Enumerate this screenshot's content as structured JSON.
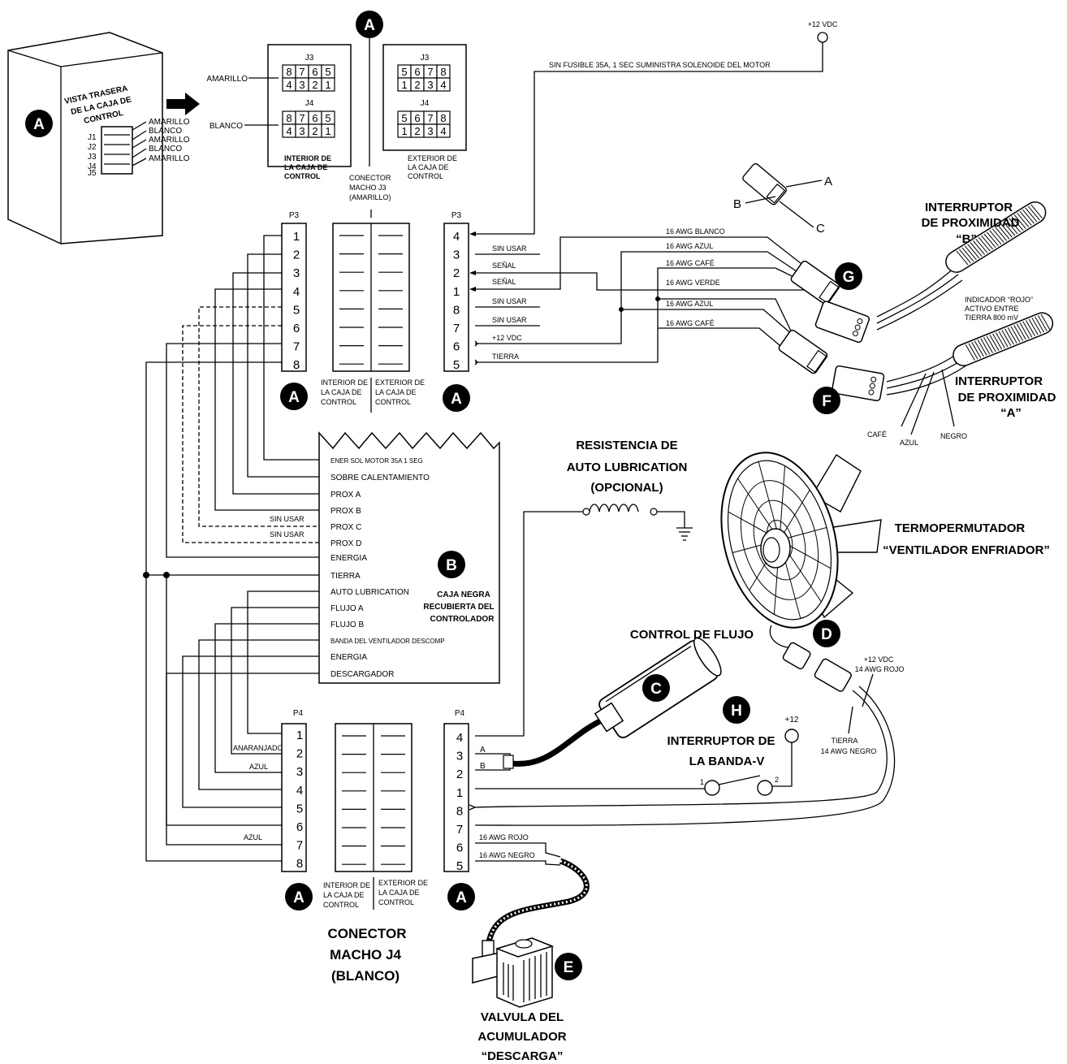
{
  "box": {
    "title_lines": [
      "VISTA TRASERA",
      "DE LA CAJA DE",
      "CONTROL"
    ],
    "jacks": [
      "J1",
      "J2",
      "J3",
      "J4",
      "J5"
    ],
    "wire_colors": [
      "AMARILLO",
      "BLANCO",
      "AMARILLO",
      "BLANCO",
      "AMARILLO"
    ]
  },
  "callouts": {
    "A": "A",
    "B": "B",
    "C": "C",
    "D": "D",
    "E": "E",
    "F": "F",
    "G": "G",
    "H": "H"
  },
  "conn_inside": {
    "j3_label": "J3",
    "j4_label": "J4",
    "row_top": [
      "8",
      "7",
      "6",
      "5"
    ],
    "row_bottom": [
      "4",
      "3",
      "2",
      "1"
    ],
    "j3_wire": "AMARILLO",
    "j4_wire": "BLANCO",
    "caption": [
      "INTERIOR DE",
      "LA CAJA DE",
      "CONTROL"
    ]
  },
  "conn_outside": {
    "j3_label": "J3",
    "j4_label": "J4",
    "row_top": [
      "5",
      "6",
      "7",
      "8"
    ],
    "row_bottom": [
      "1",
      "2",
      "3",
      "4"
    ],
    "caption": [
      "EXTERIOR DE",
      "LA CAJA DE",
      "CONTROL"
    ]
  },
  "j3_male_caption": [
    "CONECTOR",
    "MACHO J3",
    "(AMARILLO)"
  ],
  "supply": {
    "label": "+12 VDC",
    "wire_note": "SIN FUSIBLE 35A, 1 SEC SUMINISTRA SOLENOIDE DEL MOTOR"
  },
  "p3": {
    "label": "P3",
    "left_pins": [
      "1",
      "2",
      "3",
      "4",
      "5",
      "6",
      "7",
      "8"
    ],
    "right_pins": [
      "4",
      "3",
      "2",
      "1",
      "8",
      "7",
      "6",
      "5"
    ],
    "right_signals": [
      "SIN USAR",
      "SEÑAL",
      "SEÑAL",
      "SIN USAR",
      "SIN USAR",
      "+12 VDC",
      "TIERRA"
    ],
    "caption_inside": [
      "INTERIOR DE",
      "LA CAJA DE",
      "CONTROL"
    ],
    "caption_outside": [
      "EXTERIOR DE",
      "LA CAJA DE",
      "CONTROL"
    ]
  },
  "prox_wires": [
    {
      "gauge": "16 AWG",
      "color": "BLANCO"
    },
    {
      "gauge": "16 AWG",
      "color": "AZUL"
    },
    {
      "gauge": "16 AWG",
      "color": "CAFÉ"
    },
    {
      "gauge": "16 AWG",
      "color": "VERDE"
    },
    {
      "gauge": "16 AWG",
      "color": "AZUL"
    },
    {
      "gauge": "16 AWG",
      "color": "CAFÉ"
    }
  ],
  "plug_pins": [
    "A",
    "B",
    "C"
  ],
  "prox_b": {
    "title": [
      "INTERRUPTOR",
      "DE PROXIMIDAD",
      "“B”"
    ]
  },
  "prox_a": {
    "title": [
      "INTERRUPTOR",
      "DE PROXIMIDAD",
      "“A”"
    ],
    "indicator": [
      "INDICADOR “ROJO”",
      "ACTIVO ENTRE",
      "TIERRA 800 mV"
    ],
    "leads": [
      "CAFÉ",
      "AZUL",
      "NEGRO"
    ]
  },
  "controller": {
    "terminals": [
      "ENER SOL MOTOR 35A 1 SEG",
      "SOBRE CALENTAMIENTO",
      "PROX A",
      "PROX B",
      "PROX C",
      "PROX D",
      "ENERGIA",
      "TIERRA",
      "AUTO LUBRICATION",
      "FLUJO A",
      "FLUJO B",
      "BANDA DEL VENTILADOR DESCOMP",
      "ENERGIA",
      "DESCARGADOR"
    ],
    "unused_labels": [
      "SIN USAR",
      "SIN USAR"
    ],
    "title": [
      "CAJA NEGRA",
      "RECUBIERTA DEL",
      "CONTROLADOR"
    ]
  },
  "lube": {
    "title": [
      "RESISTENCIA DE",
      "AUTO LUBRICATION",
      "(OPCIONAL)"
    ]
  },
  "fan": {
    "title": [
      "TERMOPERMUTADOR",
      "“VENTILADOR ENFRIADOR”"
    ],
    "power": [
      "+12 VDC",
      "14 AWG ROJO"
    ],
    "ground": [
      "TIERRA",
      "14 AWG NEGRO"
    ]
  },
  "flow": {
    "title": "CONTROL DE FLUJO",
    "pins": [
      "A",
      "B"
    ]
  },
  "vbelt": {
    "title": [
      "INTERRUPTOR DE",
      "LA BANDA-V"
    ],
    "supply": "+12",
    "t1": "1",
    "t2": "2"
  },
  "p4": {
    "label": "P4",
    "left_pins": [
      "1",
      "2",
      "3",
      "4",
      "5",
      "6",
      "7",
      "8"
    ],
    "right_pins": [
      "4",
      "3",
      "2",
      "1",
      "8",
      "7",
      "6",
      "5"
    ],
    "left_wire_labels": [
      "ANARANJADO",
      "AZUL",
      "AZUL"
    ],
    "right_wires": [
      {
        "gauge": "16 AWG",
        "color": "ROJO"
      },
      {
        "gauge": "16 AWG",
        "color": "NEGRO"
      }
    ],
    "caption_inside": [
      "INTERIOR DE",
      "LA CAJA DE",
      "CONTROL"
    ],
    "caption_outside": [
      "EXTERIOR DE",
      "LA CAJA DE",
      "CONTROL"
    ]
  },
  "j4_male_caption": [
    "CONECTOR",
    "MACHO J4",
    "(BLANCO)"
  ],
  "valve": {
    "title": [
      "VALVULA DEL",
      "ACUMULADOR",
      "“DESCARGA”"
    ]
  }
}
